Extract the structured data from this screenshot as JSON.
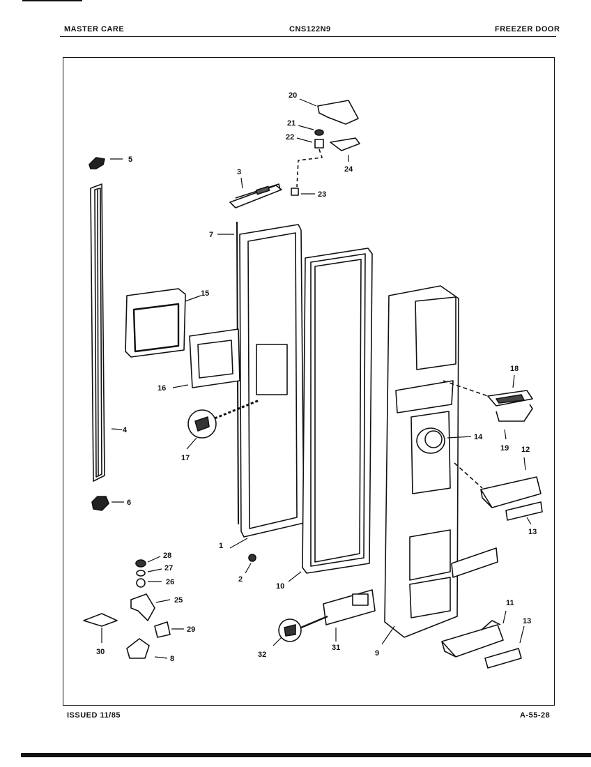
{
  "header": {
    "brand": "MASTER CARE",
    "model": "CNS122N9",
    "section": "FREEZER DOOR"
  },
  "footer": {
    "issued": "ISSUED 11/85",
    "page_code": "A-55-28"
  },
  "callouts": [
    "1",
    "2",
    "3",
    "4",
    "5",
    "6",
    "7",
    "8",
    "9",
    "10",
    "11",
    "12",
    "13",
    "13",
    "14",
    "15",
    "16",
    "17",
    "18",
    "19",
    "20",
    "21",
    "22",
    "23",
    "24",
    "25",
    "26",
    "27",
    "28",
    "29",
    "30",
    "31",
    "32"
  ],
  "colors": {
    "ink": "#111111",
    "paper": "#ffffff",
    "shade": "#555555"
  }
}
